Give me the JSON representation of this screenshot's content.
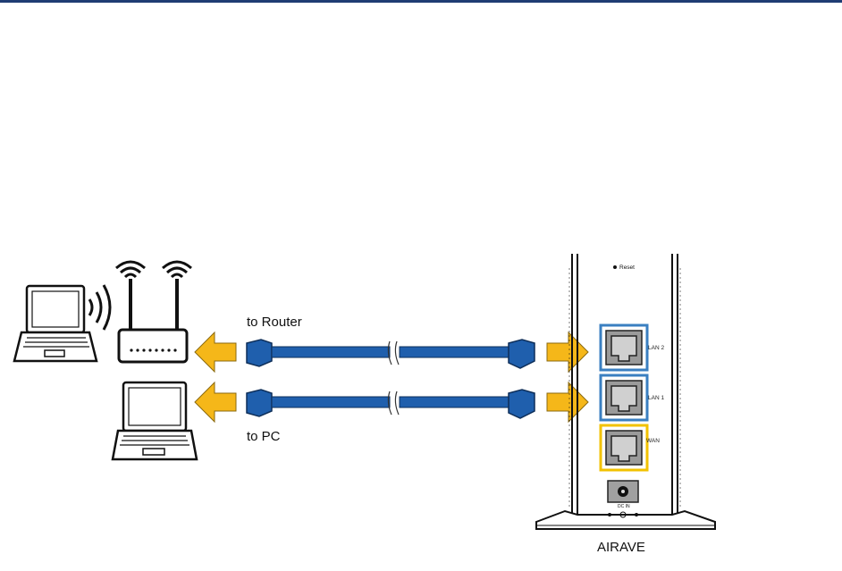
{
  "labels": {
    "to_router": "to Router",
    "to_pc": "to PC",
    "device": "AIRAVE",
    "reset": "Reset",
    "lan2": "LAN 2",
    "lan1": "LAN 1",
    "wan": "WAN",
    "dc_in": "DC IN"
  },
  "colors": {
    "cable": "#1f5fad",
    "arrow": "#f5b719",
    "lan_highlight": "#3a7fc1",
    "wan_highlight": "#f2c200",
    "header_bar": "#1f3d73"
  },
  "icons": [
    "laptop-icon",
    "wifi-router-icon",
    "wifi-waves-icon",
    "ethernet-cable-icon",
    "arrow-icon",
    "airave-device-icon"
  ]
}
